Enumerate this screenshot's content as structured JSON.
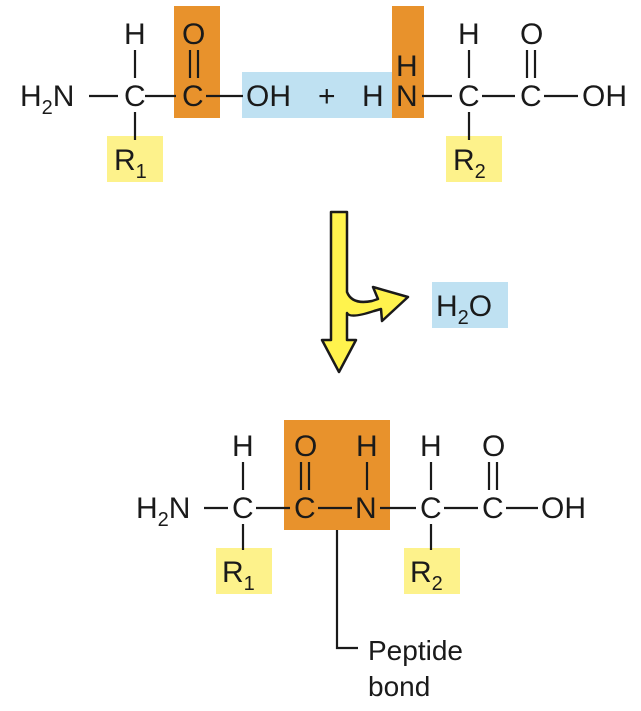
{
  "colors": {
    "carbonyl_highlight": "#E8922C",
    "hydroxyl_highlight": "#BFE1F2",
    "r_group_highlight": "#FDF28B",
    "arrow_fill": "#FFF34D",
    "arrow_stroke": "#1a1a1a"
  },
  "atoms": {
    "H": "H",
    "C": "C",
    "N": "N",
    "O": "O",
    "OH": "OH",
    "H2N": "H",
    "H2N_sub": "2",
    "H2N_tail": "N",
    "R": "R",
    "sub_1": "1",
    "sub_2": "2",
    "plus": "+",
    "water_H": "H",
    "water_sub": "2",
    "water_O": "O"
  },
  "labels": {
    "peptide_line1": "Peptide",
    "peptide_line2": "bond"
  }
}
